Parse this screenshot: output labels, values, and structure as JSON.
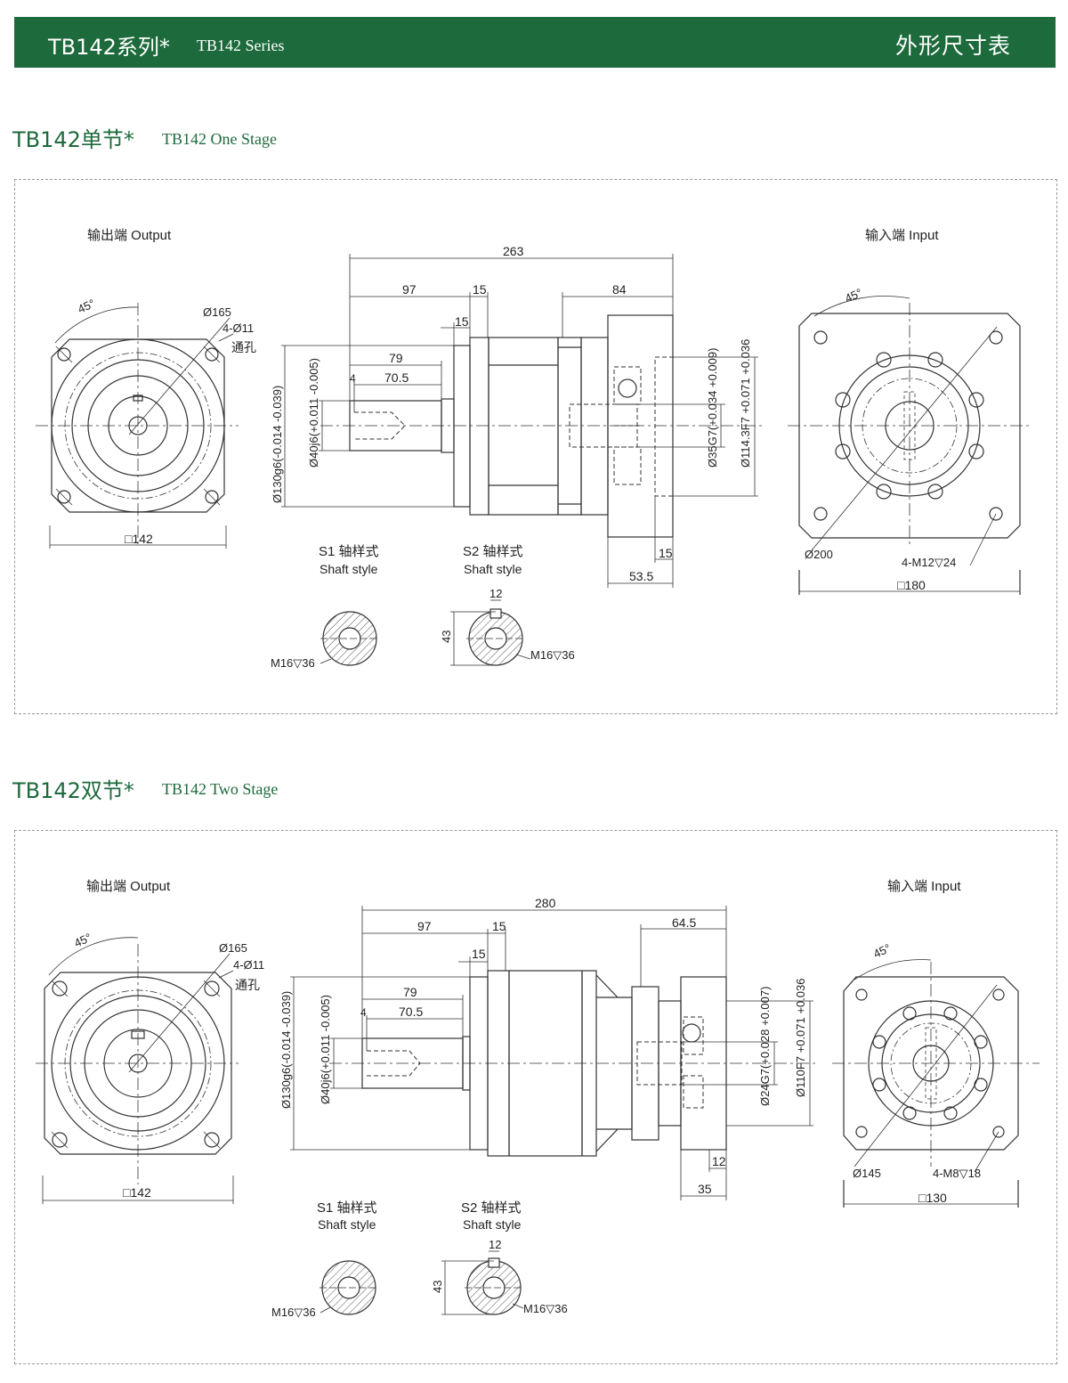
{
  "header": {
    "title": "TB142系列*",
    "subtitle": "TB142 Series",
    "right": "外形尺寸表"
  },
  "colors": {
    "brand": "#1d6a3c",
    "line": "#333333",
    "dash": "#9a9a9a"
  },
  "one_stage": {
    "title": "TB142单节*",
    "subtitle": "TB142 One Stage",
    "output_label": "输出端  Output",
    "input_label": "输入端  Input",
    "out": {
      "angle": "45°",
      "pcd": "Ø165",
      "holes": "4-Ø11",
      "through": "通孔",
      "square": "□142"
    },
    "side": {
      "total": "263",
      "d97": "97",
      "d15a": "15",
      "d84": "84",
      "d15b": "15",
      "d79": "79",
      "d70": "70.5",
      "d4": "4",
      "dia130": "Ø130g6(-0.014 -0.039)",
      "dia40": "Ø40j6(+0.011 -0.005)",
      "dia35": "Ø35G7(+0.034 +0.009)",
      "dia114": "Ø114.3F7 +0.071 +0.036",
      "d15c": "15",
      "d53": "53.5"
    },
    "inp": {
      "angle": "45°",
      "pcd": "Ø200",
      "thread": "4-M12▽24",
      "square": "□180"
    },
    "s1_title": "S1 轴样式",
    "s1_sub": "Shaft style",
    "s1_label": "M16▽36",
    "s2_title": "S2 轴样式",
    "s2_sub": "Shaft style",
    "s2_label": "M16▽36",
    "s2_w": "12",
    "s2_h": "43"
  },
  "two_stage": {
    "title": "TB142双节*",
    "subtitle": "TB142 Two Stage",
    "output_label": "输出端  Output",
    "input_label": "输入端  Input",
    "out": {
      "angle": "45°",
      "pcd": "Ø165",
      "holes": "4-Ø11",
      "through": "通孔",
      "square": "□142"
    },
    "side": {
      "total": "280",
      "d97": "97",
      "d15a": "15",
      "d64": "64.5",
      "d15b": "15",
      "d79": "79",
      "d70": "70.5",
      "d4": "4",
      "dia130": "Ø130g6(-0.014 -0.039)",
      "dia40": "Ø40j6(+0.011 -0.005)",
      "dia24": "Ø24G7(+0.028 +0.007)",
      "dia110": "Ø110F7 +0.071 +0.036",
      "d12": "12",
      "d35": "35"
    },
    "inp": {
      "angle": "45°",
      "pcd": "Ø145",
      "thread": "4-M8▽18",
      "square": "□130"
    },
    "s1_title": "S1 轴样式",
    "s1_sub": "Shaft style",
    "s1_label": "M16▽36",
    "s2_title": "S2 轴样式",
    "s2_sub": "Shaft style",
    "s2_label": "M16▽36",
    "s2_w": "12",
    "s2_h": "43"
  }
}
